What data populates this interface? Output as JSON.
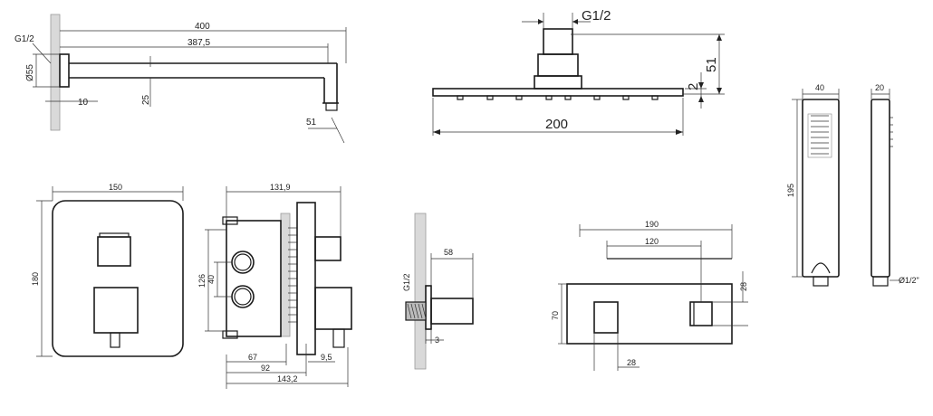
{
  "shower_arm": {
    "thread": "G1/2",
    "length_total": "400",
    "length_inner": "387,5",
    "flange_diameter": "Ø55",
    "offset": "10",
    "drop": "25",
    "outlet": "51"
  },
  "shower_head": {
    "thread": "G1/2",
    "height": "51",
    "plate_thickness": "2",
    "width": "200"
  },
  "hand_shower": {
    "front_width": "40",
    "side_width": "20",
    "height": "195",
    "connector": "Ø1/2\""
  },
  "control_plate": {
    "width": "150",
    "height": "180"
  },
  "mixer_body": {
    "top_width": "131,9",
    "height": "126",
    "port_spacing": "40",
    "depth_a": "67",
    "depth_b": "92",
    "depth_total": "143,2",
    "trim": "9,5"
  },
  "spout_side": {
    "thread": "G1/2",
    "projection": "58",
    "wall": "3"
  },
  "spout_front": {
    "total_width": "190",
    "inner_width": "120",
    "height": "70",
    "top_offset": "28",
    "bottom_offset": "28"
  }
}
